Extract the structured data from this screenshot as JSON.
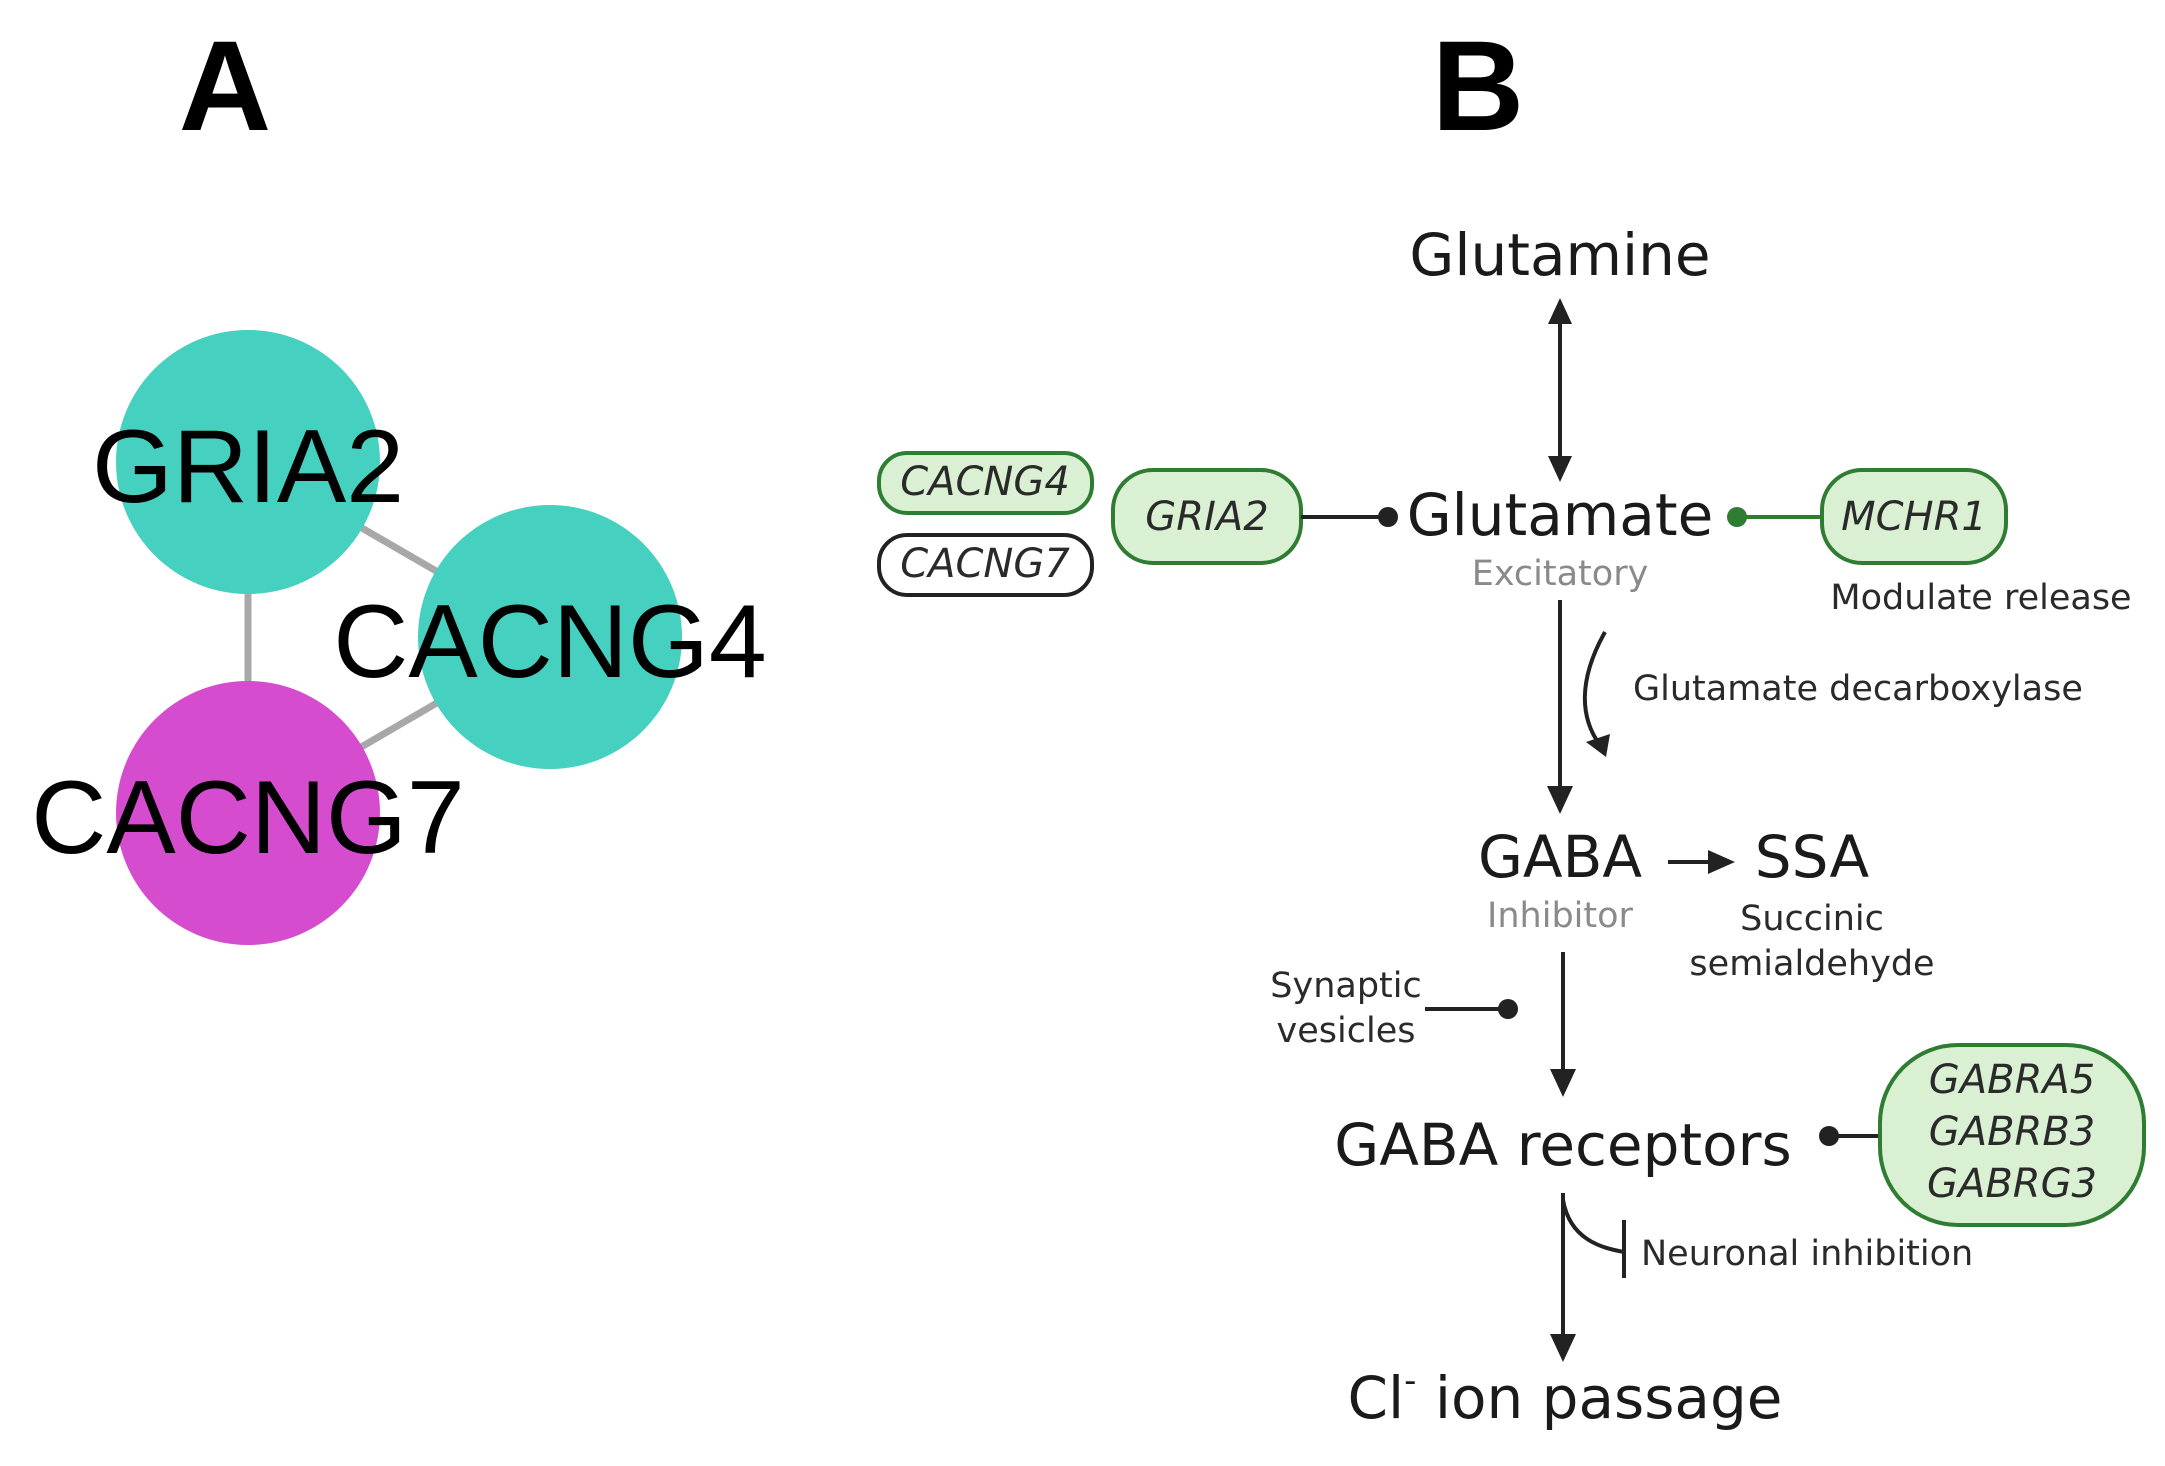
{
  "panel_a": {
    "label": "A",
    "nodes": [
      {
        "id": "gria2",
        "label": "GRIA2",
        "color": "#45d0bf"
      },
      {
        "id": "cacng4",
        "label": "CACNG4",
        "color": "#45d0bf"
      },
      {
        "id": "cacng7",
        "label": "CACNG7",
        "color": "#d64ccf"
      }
    ],
    "edge_color": "#a8a8a8"
  },
  "panel_b": {
    "label": "B",
    "glutamine": "Glutamine",
    "glutamate": "Glutamate",
    "excitatory": "Excitatory",
    "gad": "Glutamate decarboxylase",
    "gaba": "GABA",
    "inhibitor": "Inhibitor",
    "ssa": "SSA",
    "ssa_sub_1": "Succinic",
    "ssa_sub_2": "semialdehyde",
    "synaptic_1": "Synaptic",
    "synaptic_2": "vesicles",
    "gaba_receptors": "GABA receptors",
    "neuronal_inhibition": "Neuronal inhibition",
    "cl_prefix": "Cl",
    "cl_superscript": "-",
    "cl_suffix": " ion passage",
    "modulate_release": "Modulate release",
    "genes": {
      "cacng4": "CACNG4",
      "cacng7": "CACNG7",
      "gria2": "GRIA2",
      "mchr1": "MCHR1",
      "gabra5": "GABRA5",
      "gabrb3": "GABRB3",
      "gabrg3": "GABRG3"
    },
    "colors": {
      "green_fill": "#d9f0d3",
      "green_stroke": "#2e7d32",
      "line": "#222222"
    }
  }
}
